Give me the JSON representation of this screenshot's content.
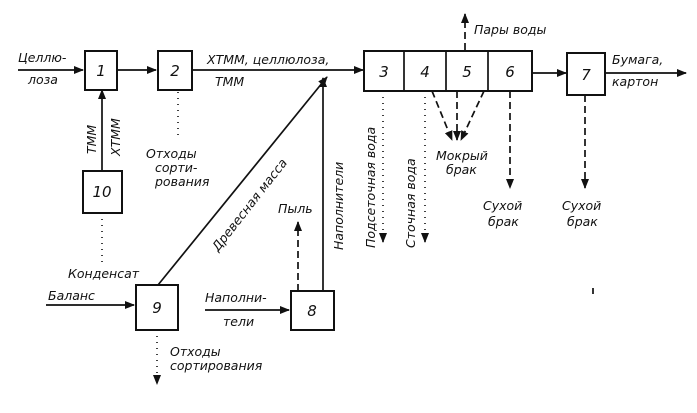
{
  "blocks": {
    "b1": "1",
    "b2": "2",
    "b3": "3",
    "b4": "4",
    "b5": "5",
    "b6": "6",
    "b7": "7",
    "b8": "8",
    "b9": "9",
    "b10": "10"
  },
  "labels": {
    "cellulose_in_1": "Целлю-",
    "cellulose_in_2": "лоза",
    "tmm": "ТММ",
    "xtmm": "ХТММ",
    "mix_line_1": "ХТММ, целлюлоза,",
    "mix_line_2": "ТММ",
    "waste2_1": "Отходы",
    "waste2_2": "сорти-",
    "waste2_3": "рования",
    "wood_pulp": "Древесная масса",
    "steam": "Пары воды",
    "paper_1": "Бумага,",
    "paper_2": "картон",
    "fillers_vertical": "Наполнители",
    "screen_water": "Подсеточная вода",
    "waste_water": "Сточная вода",
    "wet_broke_1": "Мокрый",
    "wet_broke_2": "брак",
    "dry_broke6_1": "Сухой",
    "dry_broke6_2": "брак",
    "dry_broke7_1": "Сухой",
    "dry_broke7_2": "брак",
    "dust": "Пыль",
    "condensate": "Конденсат",
    "balance": "Баланс",
    "fillers_in_1": "Наполни-",
    "fillers_in_2": "тели",
    "waste9_1": "Отходы",
    "waste9_2": "сортирования"
  }
}
